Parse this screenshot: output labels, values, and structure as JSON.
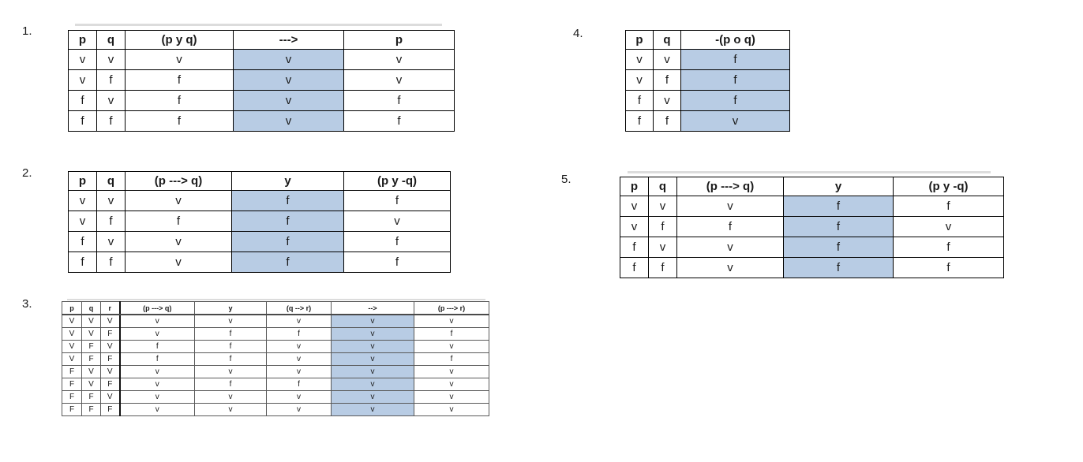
{
  "page": {
    "highlight_color": "#b8cce4",
    "background": "#ffffff"
  },
  "tables": [
    {
      "label": "1.",
      "headers": [
        "p",
        "q",
        "(p y q)",
        "--->",
        "p"
      ],
      "highlight_col": 3,
      "rows": [
        [
          "v",
          "v",
          "v",
          "v",
          "v"
        ],
        [
          "v",
          "f",
          "f",
          "v",
          "v"
        ],
        [
          "f",
          "v",
          "f",
          "v",
          "f"
        ],
        [
          "f",
          "f",
          "f",
          "v",
          "f"
        ]
      ]
    },
    {
      "label": "2.",
      "headers": [
        "p",
        "q",
        "(p ---> q)",
        "y",
        "(p y -q)"
      ],
      "highlight_col": 3,
      "rows": [
        [
          "v",
          "v",
          "v",
          "f",
          "f"
        ],
        [
          "v",
          "f",
          "f",
          "f",
          "v"
        ],
        [
          "f",
          "v",
          "v",
          "f",
          "f"
        ],
        [
          "f",
          "f",
          "v",
          "f",
          "f"
        ]
      ]
    },
    {
      "label": "3.",
      "headers": [
        "p",
        "q",
        "r",
        "(p ---> q)",
        "y",
        "(q --> r)",
        "-->",
        "(p ---> r)"
      ],
      "highlight_col": 6,
      "rows": [
        [
          "V",
          "V",
          "V",
          "v",
          "v",
          "v",
          "v",
          "v"
        ],
        [
          "V",
          "V",
          "F",
          "v",
          "f",
          "f",
          "v",
          "f"
        ],
        [
          "V",
          "F",
          "V",
          "f",
          "f",
          "v",
          "v",
          "v"
        ],
        [
          "V",
          "F",
          "F",
          "f",
          "f",
          "v",
          "v",
          "f"
        ],
        [
          "F",
          "V",
          "V",
          "v",
          "v",
          "v",
          "v",
          "v"
        ],
        [
          "F",
          "V",
          "F",
          "v",
          "f",
          "f",
          "v",
          "v"
        ],
        [
          "F",
          "F",
          "V",
          "v",
          "v",
          "v",
          "v",
          "v"
        ],
        [
          "F",
          "F",
          "F",
          "v",
          "v",
          "v",
          "v",
          "v"
        ]
      ]
    },
    {
      "label": "4.",
      "headers": [
        "p",
        "q",
        "-(p o q)"
      ],
      "highlight_col": 2,
      "rows": [
        [
          "v",
          "v",
          "f"
        ],
        [
          "v",
          "f",
          "f"
        ],
        [
          "f",
          "v",
          "f"
        ],
        [
          "f",
          "f",
          "v"
        ]
      ]
    },
    {
      "label": "5.",
      "headers": [
        "p",
        "q",
        "(p ---> q)",
        "y",
        "(p y -q)"
      ],
      "highlight_col": 3,
      "rows": [
        [
          "v",
          "v",
          "v",
          "f",
          "f"
        ],
        [
          "v",
          "f",
          "f",
          "f",
          "v"
        ],
        [
          "f",
          "v",
          "v",
          "f",
          "f"
        ],
        [
          "f",
          "f",
          "v",
          "f",
          "f"
        ]
      ]
    }
  ]
}
